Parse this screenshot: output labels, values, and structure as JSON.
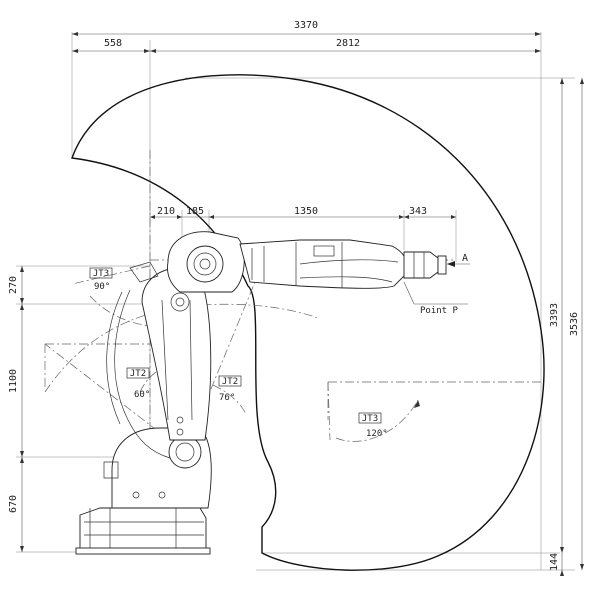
{
  "dimensions": {
    "top_total": "3370",
    "top_left": "558",
    "top_right": "2812",
    "arm_a": "210",
    "arm_b": "185",
    "arm_c": "1350",
    "arm_d": "343",
    "right_inner": "3393",
    "right_outer": "3536",
    "right_bottom": "144",
    "left_upper": "270",
    "left_mid": "1100",
    "left_lower": "670"
  },
  "labels": {
    "view_marker": "A",
    "point_p": "Point P",
    "jt3_upper": "JT3",
    "jt3_upper_angle": "90°",
    "jt2_left": "JT2",
    "jt2_left_angle": "60°",
    "jt2_right": "JT2",
    "jt2_right_angle": "76°",
    "jt3_lower": "JT3",
    "jt3_lower_angle": "120°"
  }
}
